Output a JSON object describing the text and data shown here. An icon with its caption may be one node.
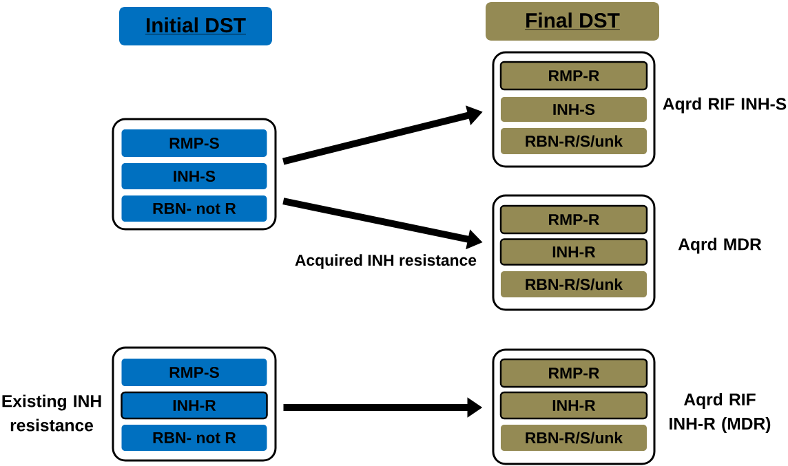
{
  "diagram": {
    "nodes": [
      {
        "text": [
          "Initial DST"
        ]
      },
      {
        "text": [
          "Final DST"
        ]
      },
      {
        "text": [],
        "shape": "box"
      },
      {
        "text": [
          "RMP-S"
        ],
        "in": 2
      },
      {
        "text": [
          "INH-S"
        ],
        "in": 2
      },
      {
        "text": [
          "RBN- not R"
        ],
        "in": 2
      },
      {
        "text": [],
        "shape": "box",
        "beside": [
          "Aqrd RIF INH-S"
        ]
      },
      {
        "text": [
          "RMP-R"
        ],
        "in": 6
      },
      {
        "text": [
          "INH-S"
        ],
        "in": 6
      },
      {
        "text": [
          "RBN-R/S/unk"
        ],
        "in": 6
      },
      {
        "text": [],
        "shape": "box",
        "beside": [
          "Aqrd MDR"
        ]
      },
      {
        "text": [
          "RMP-R"
        ],
        "in": 10
      },
      {
        "text": [
          "INH-R"
        ],
        "in": 10
      },
      {
        "text": [
          "RBN-R/S/unk"
        ],
        "in": 10
      },
      {
        "text": [],
        "shape": "box",
        "beside": [
          "Existing INH resistance"
        ]
      },
      {
        "text": [
          "RMP-S"
        ],
        "in": 14
      },
      {
        "text": [
          "INH-R"
        ],
        "in": 14
      },
      {
        "text": [
          "RBN- not R"
        ],
        "in": 14
      },
      {
        "text": [],
        "shape": "box",
        "beside": [
          "Aqrd RIF INH-R (MDR)"
        ]
      },
      {
        "text": [
          "RMP-R"
        ],
        "in": 18
      },
      {
        "text": [
          "INH-R"
        ],
        "in": 18
      },
      {
        "text": [
          "RBN-R/S/unk"
        ],
        "in": 18
      }
    ],
    "edges": [
      {
        "from": 2,
        "to": 6,
        "arrow": "to"
      },
      {
        "from": 2,
        "to": 10,
        "arrow": "to",
        "label": "Acquired INH resistance"
      },
      {
        "from": 14,
        "to": 18,
        "arrow": "to"
      }
    ]
  }
}
